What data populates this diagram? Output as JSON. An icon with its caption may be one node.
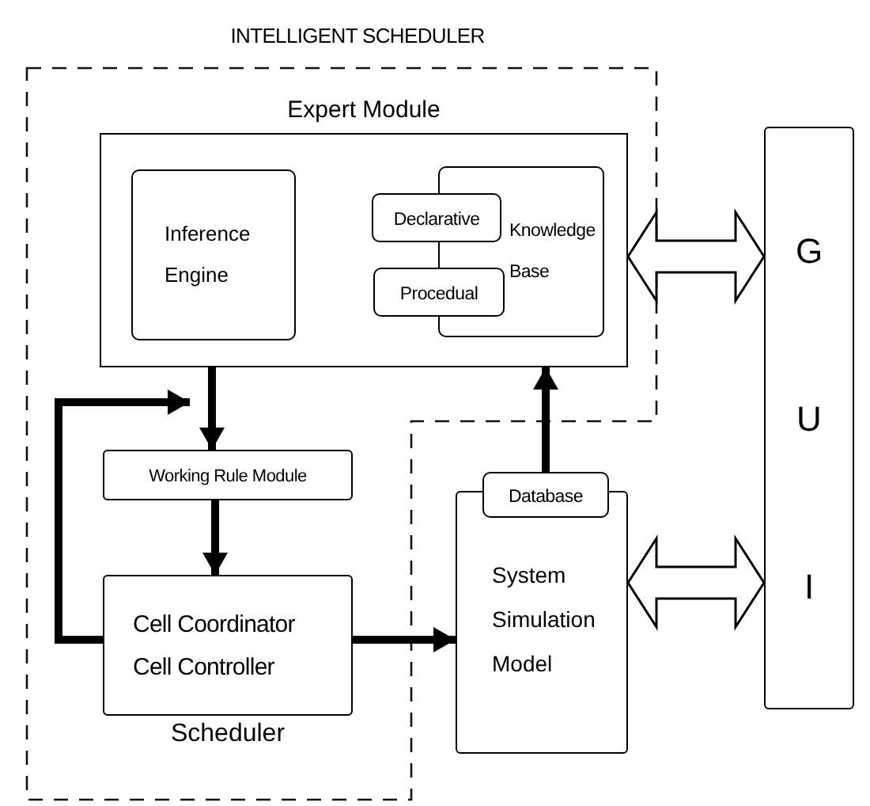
{
  "diagram": {
    "nodes": [
      {
        "text": [
          "INTELLIGENT SCHEDULER",
          "Scheduler"
        ]
      },
      {
        "text": [
          "Expert Module"
        ],
        "in": 0
      },
      {
        "text": [
          "Inference Engine"
        ],
        "in": 1
      },
      {
        "text": [
          "Knowledge Base"
        ],
        "in": 1
      },
      {
        "text": [
          "Declarative"
        ],
        "in": 1
      },
      {
        "text": [
          "Procedual"
        ],
        "in": 1
      },
      {
        "text": [
          "Working Rule Module"
        ],
        "in": 0
      },
      {
        "text": [
          "Cell Coordinator",
          "Cell Controller"
        ],
        "in": 0
      },
      {
        "text": [
          "System Simulation Model"
        ]
      },
      {
        "text": [
          "Database"
        ]
      },
      {
        "text": [
          "G",
          "U",
          "I"
        ]
      }
    ],
    "edges": [
      {
        "from": 1,
        "to": 6,
        "arrow": "to"
      },
      {
        "from": 6,
        "to": 7,
        "arrow": "to"
      },
      {
        "from": 7,
        "to": 6,
        "arrow": "to"
      },
      {
        "from": 7,
        "to": 8,
        "arrow": "to"
      },
      {
        "from": 9,
        "to": 1,
        "arrow": "to"
      },
      {
        "from": 1,
        "to": 10,
        "arrow": "both"
      },
      {
        "from": 8,
        "to": 10,
        "arrow": "both"
      }
    ]
  }
}
